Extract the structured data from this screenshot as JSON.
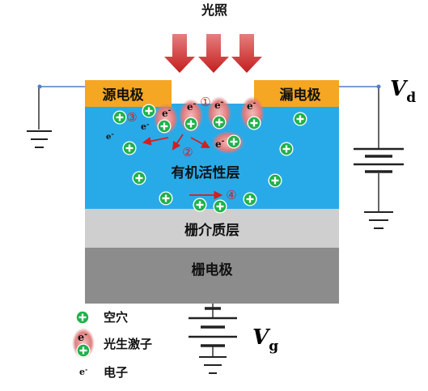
{
  "title": "光照",
  "layers": {
    "source": "源电极",
    "drain": "漏电极",
    "active": "有机活性层",
    "dielectric": "栅介质层",
    "gate": "栅电极"
  },
  "voltages": {
    "vd_main": "V",
    "vd_sub": "d",
    "vg_main": "V",
    "vg_sub": "g"
  },
  "markers": [
    "①",
    "②",
    "③",
    "④"
  ],
  "glyphs": {
    "hole": "+",
    "electron": "e",
    "electron_sup": "-"
  },
  "legend": [
    {
      "label": "空穴"
    },
    {
      "label": "光生激子"
    },
    {
      "label": "电子"
    }
  ],
  "colors": {
    "electrode": "#f5a623",
    "active": "#29aae8",
    "dielectric": "#cfcfcf",
    "gate": "#8c8c8c",
    "hole": "#1fb24a",
    "arrow": "#d21f1f",
    "wire": "#4f7fc9"
  }
}
